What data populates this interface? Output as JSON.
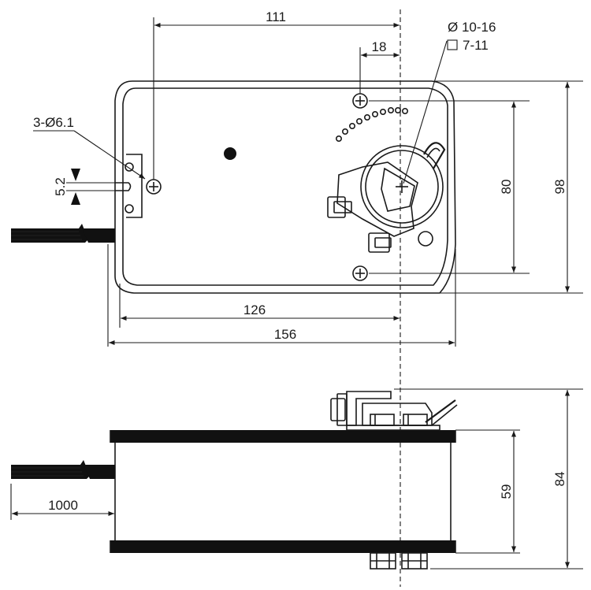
{
  "colors": {
    "line": "#1a1a1a",
    "fill_dark": "#111111",
    "background": "#ffffff"
  },
  "top_view": {
    "dim_111": "111",
    "dim_18": "18",
    "shaft_round": "Ø 10-16",
    "shaft_square": "7-11",
    "holes": "3-Ø6.1",
    "dim_5_2": "5.2",
    "dim_80": "80",
    "dim_98": "98",
    "dim_126": "126",
    "dim_156": "156"
  },
  "side_view": {
    "dim_1000": "1000",
    "dim_59": "59",
    "dim_84": "84"
  }
}
